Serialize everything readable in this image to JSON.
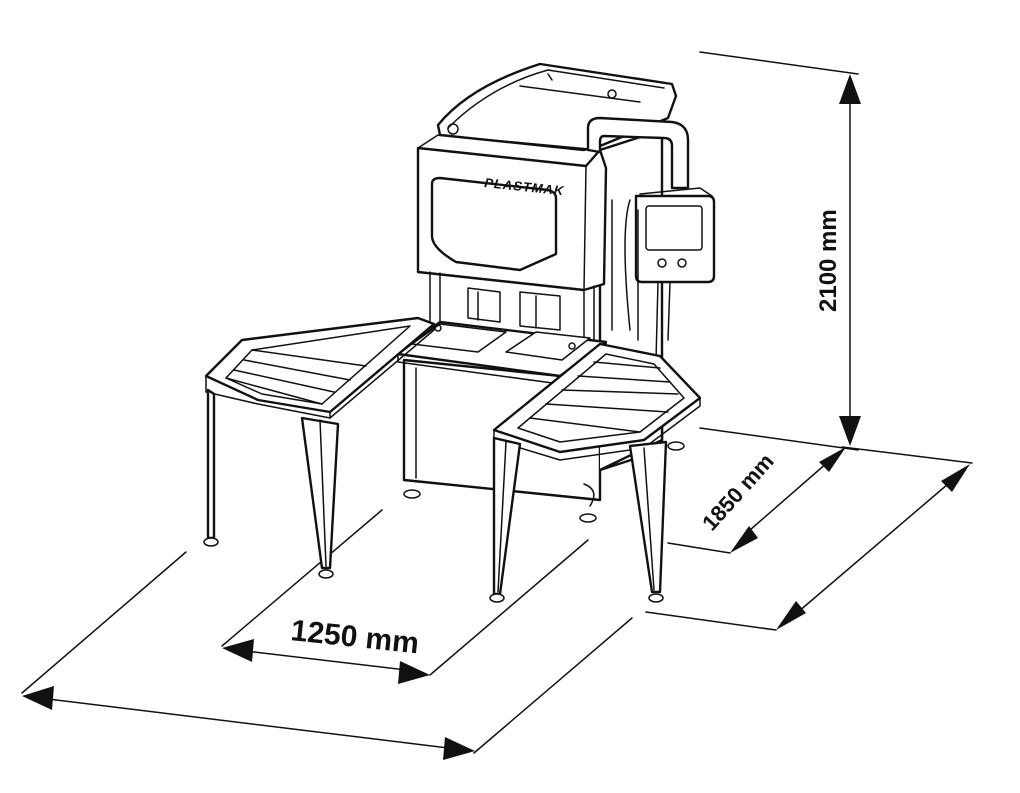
{
  "machine": {
    "brand_logo": "PLASTMAK"
  },
  "dimensions": {
    "height": "2100 mm",
    "depth": "1850 mm",
    "table_width": "1250 mm",
    "overall_width": ""
  },
  "colors": {
    "line": "#111111",
    "background": "#ffffff"
  }
}
